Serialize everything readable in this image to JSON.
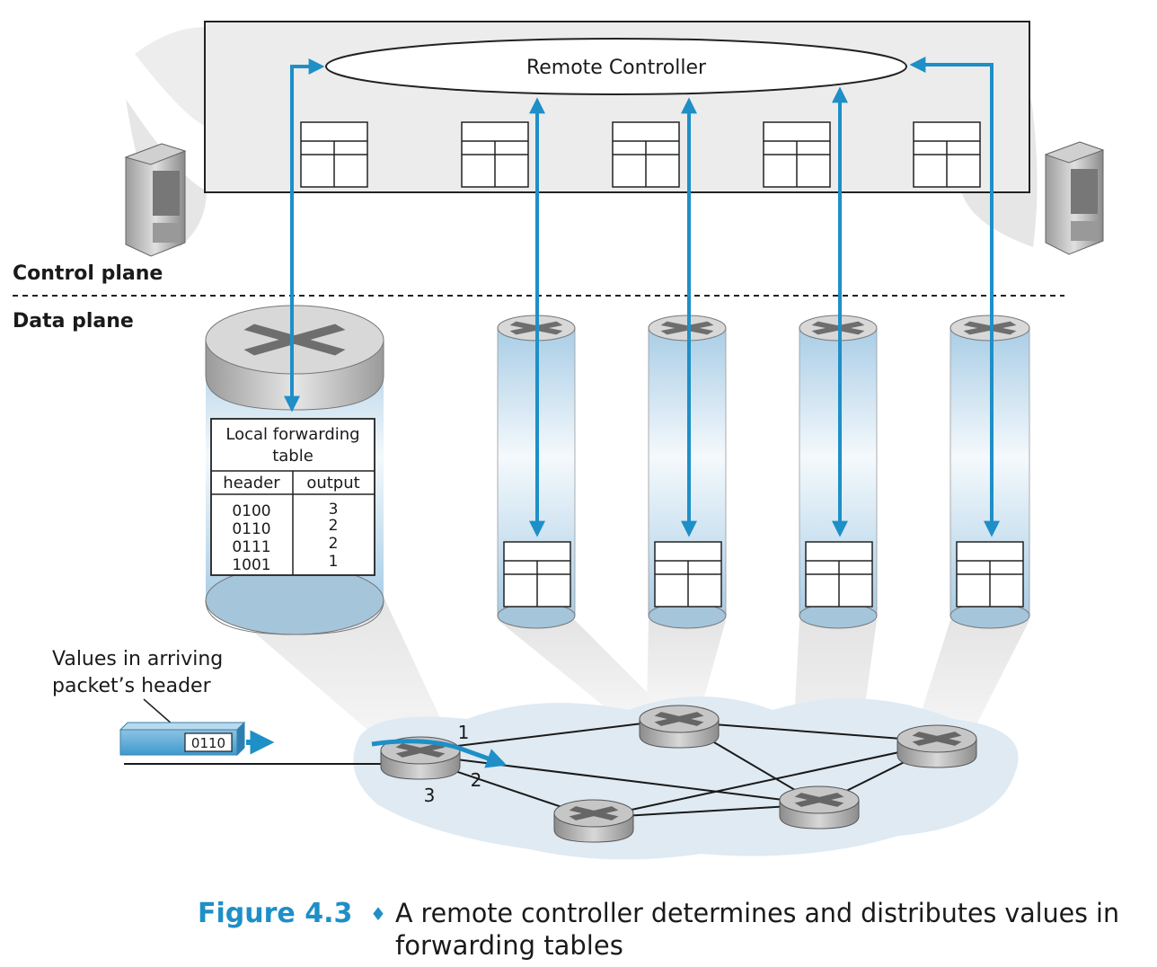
{
  "controller": {
    "label": "Remote Controller"
  },
  "planes": {
    "control": "Control plane",
    "data": "Data plane"
  },
  "forwarding_table": {
    "title_line1": "Local forwarding",
    "title_line2": "table",
    "col_header": "header",
    "col_output": "output",
    "rows": [
      {
        "header": "0100",
        "output": "3"
      },
      {
        "header": "0110",
        "output": "2"
      },
      {
        "header": "0111",
        "output": "2"
      },
      {
        "header": "1001",
        "output": "1"
      }
    ]
  },
  "packet": {
    "caption_line1": "Values in arriving",
    "caption_line2": "packet’s header",
    "value": "0110"
  },
  "ports": {
    "p1": "1",
    "p2": "2",
    "p3": "3"
  },
  "caption": {
    "number": "Figure 4.3",
    "separator": "♦",
    "text_line1": "A remote controller determines and distributes values in",
    "text_line2": "forwarding tables"
  },
  "colors": {
    "accent": "#1e8fc7",
    "panel": "#ececec",
    "tube": "#cfe4f1"
  }
}
